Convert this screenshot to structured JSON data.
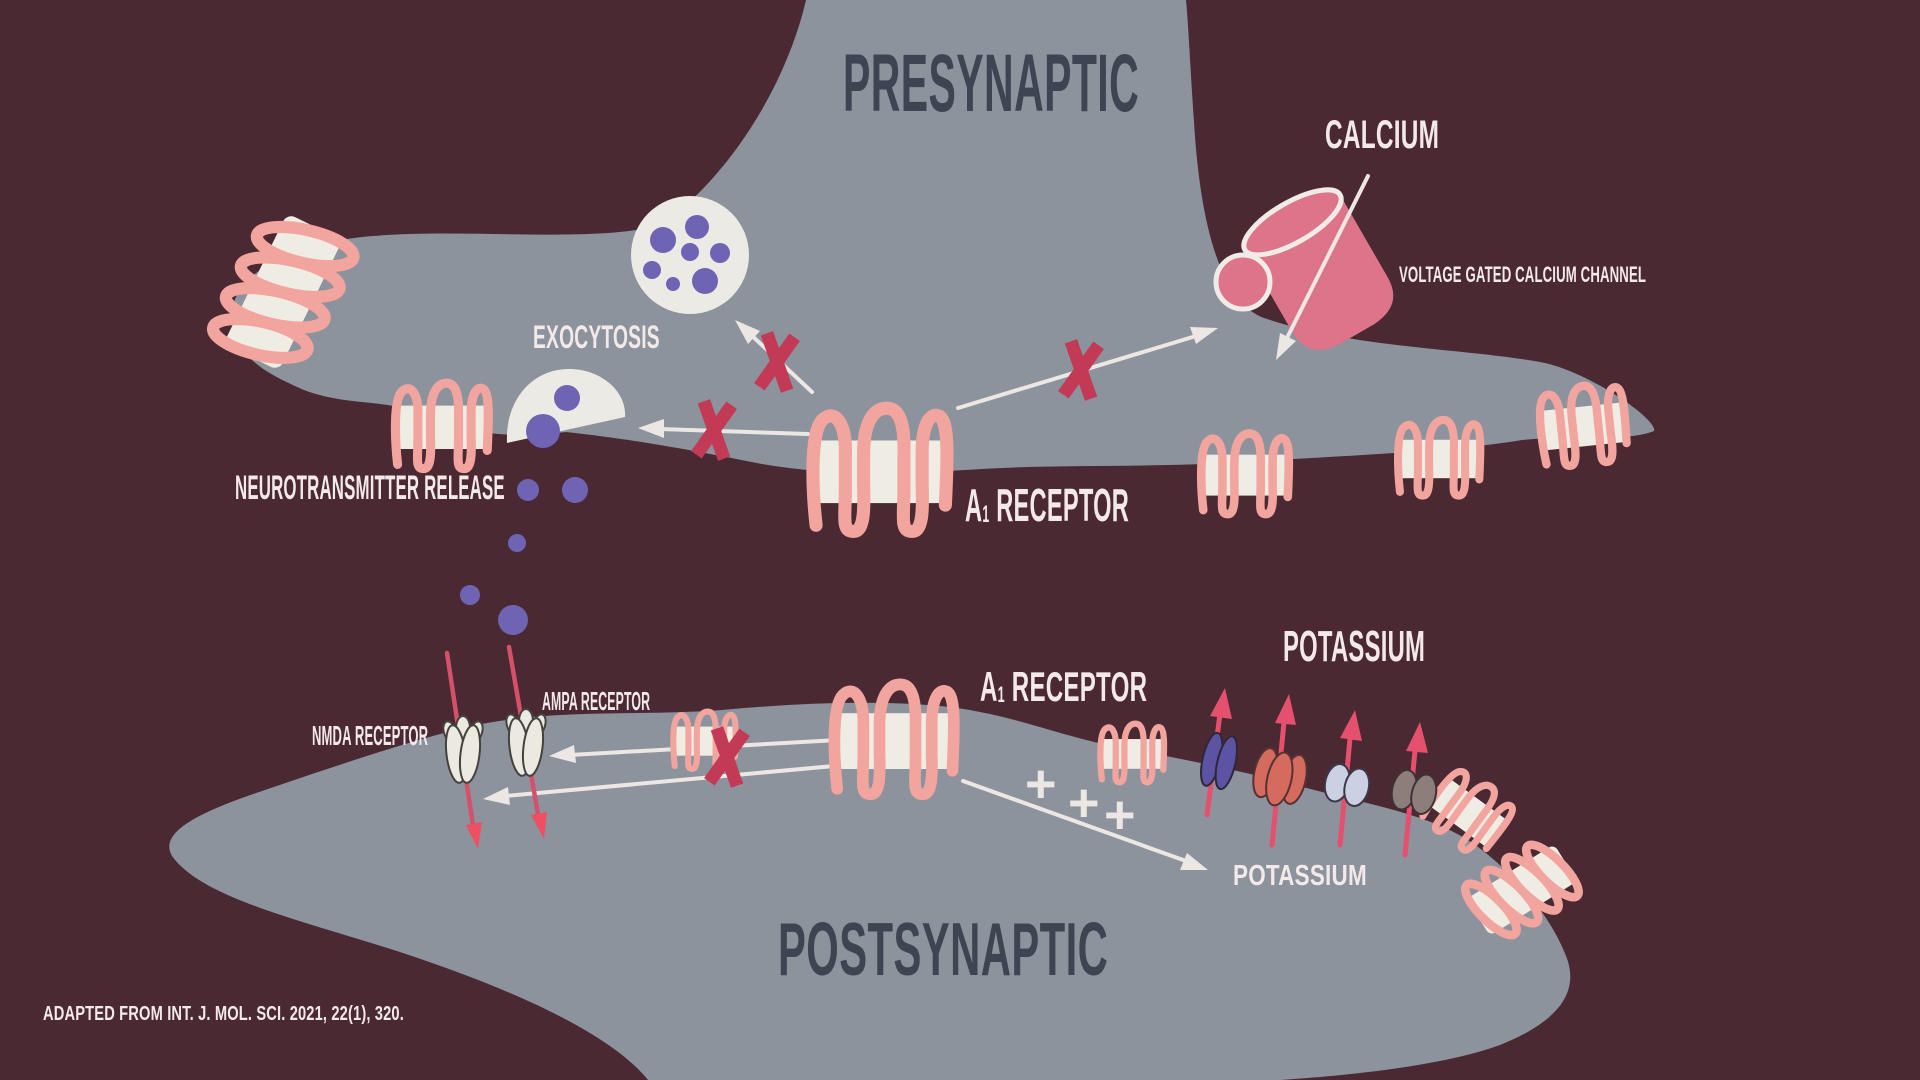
{
  "colors": {
    "background": "#4a2933",
    "cell_gray": "#8c939d",
    "title_dark": "#3d4552",
    "label_white": "#f3e9e9",
    "receptor_pink": "#f2a59e",
    "receptor_rect_white": "#efece4",
    "blocked_x_red": "#c23a56",
    "arrow_white": "#ece7e3",
    "arrow_pink": "#e4506e",
    "neurotransmitter_purple": "#6f63b4",
    "vesicle_white": "#eceae5",
    "calcium_channel_rose": "#dd7489",
    "potassium_channel_indigo": "#5c53a5",
    "potassium_channel_salmon": "#d56a5e",
    "potassium_channel_lavender": "#ccd0e3",
    "potassium_channel_taupe": "#8e7e7b"
  },
  "labels": {
    "presynaptic": "PRESYNAPTIC",
    "calcium": "CALCIUM",
    "voltage_gated_calcium_channel": "VOLTAGE GATED CALCIUM CHANNEL",
    "exocytosis": "EXOCYTOSIS",
    "neurotransmitter_release": "NEUROTRANSMITTER RELEASE",
    "a1_receptor": {
      "base": "A",
      "sub": "1",
      "rest": " RECEPTOR"
    },
    "potassium_upper": "POTASSIUM",
    "potassium_lower": "POTASSIUM",
    "ampa_receptor": "AMPA RECEPTOR",
    "nmda_receptor": "NMDA RECEPTOR",
    "postsynaptic": "POSTSYNAPTIC",
    "citation": "ADAPTED FROM INT. J. MOL. SCI. 2021, 22(1), 320.",
    "plus_signs": [
      "+",
      "+",
      "+"
    ]
  }
}
